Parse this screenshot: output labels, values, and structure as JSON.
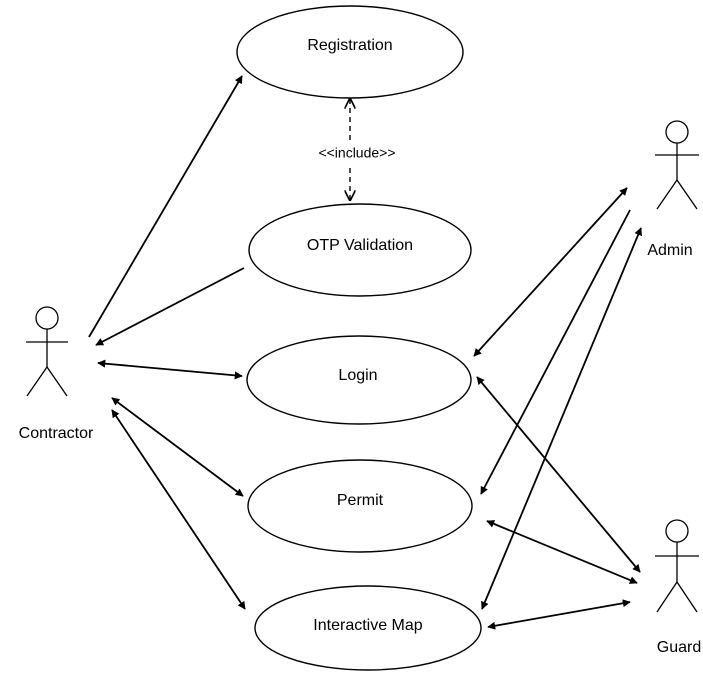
{
  "use_cases": {
    "registration": "Registration",
    "otp_validation": "OTP Validation",
    "login": "Login",
    "permit": "Permit",
    "interactive_map": "Interactive Map"
  },
  "actors": {
    "contractor": "Contractor",
    "admin": "Admin",
    "guard": "Guard"
  },
  "relations": {
    "include_label": "<<include>>"
  }
}
